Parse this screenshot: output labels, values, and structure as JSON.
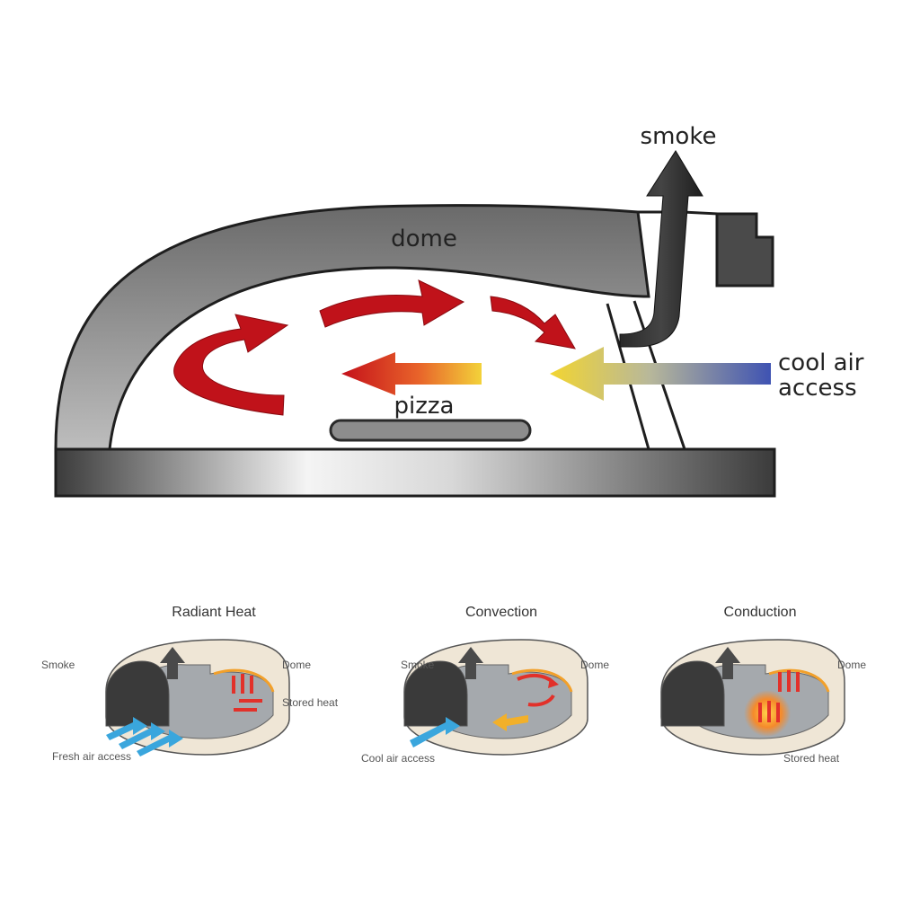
{
  "main_diagram": {
    "labels": {
      "smoke": "smoke",
      "dome": "dome",
      "pizza": "pizza",
      "cool_air_1": "cool air",
      "cool_air_2": "access"
    }
  },
  "panels": [
    {
      "title": "Radiant Heat",
      "labels": {
        "smoke": "Smoke",
        "dome": "Dome",
        "stored_heat": "Stored heat",
        "air": "Fresh air access"
      }
    },
    {
      "title": "Convection",
      "labels": {
        "smoke": "Smoke",
        "dome": "Dome",
        "air": "Cool air access"
      }
    },
    {
      "title": "Conduction",
      "labels": {
        "dome": "Dome",
        "stored_heat": "Stored heat"
      }
    }
  ],
  "colors": {
    "heat_red": "#c0121a",
    "cool_blue": "#4d5fb5",
    "warm_yellow": "#f2d531",
    "oven_gray": "#555555",
    "air_blue": "#3aa6dd"
  }
}
